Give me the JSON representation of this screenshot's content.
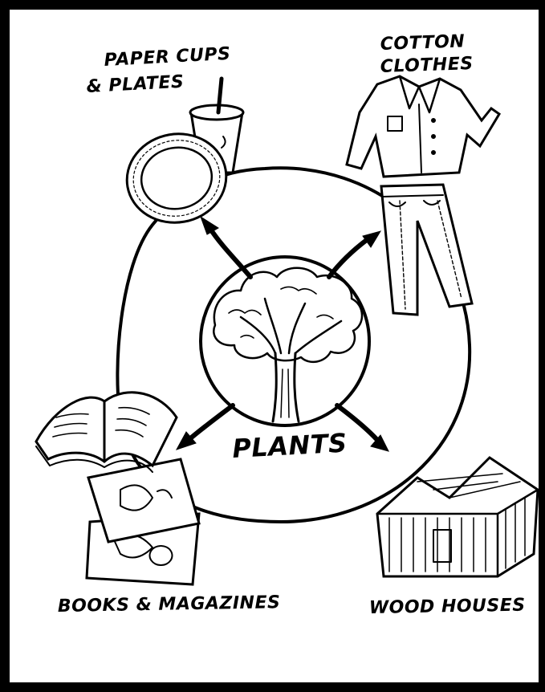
{
  "center": {
    "label": "PLANTS",
    "icon": "tree-icon"
  },
  "products": [
    {
      "id": "cups",
      "label_lines": [
        "PAPER CUPS",
        "& PLATES"
      ],
      "icon": "paper-cup-plate-icon"
    },
    {
      "id": "clothes",
      "label_lines": [
        "COTTON",
        "CLOTHES"
      ],
      "icon": "shirt-pants-icon"
    },
    {
      "id": "books",
      "label_lines": [
        "BOOKS & MAGAZINES"
      ],
      "icon": "book-magazine-icon"
    },
    {
      "id": "houses",
      "label_lines": [
        "WOOD HOUSES"
      ],
      "icon": "wood-house-icon"
    }
  ],
  "colors": {
    "ink": "#000000",
    "paper": "#ffffff"
  }
}
